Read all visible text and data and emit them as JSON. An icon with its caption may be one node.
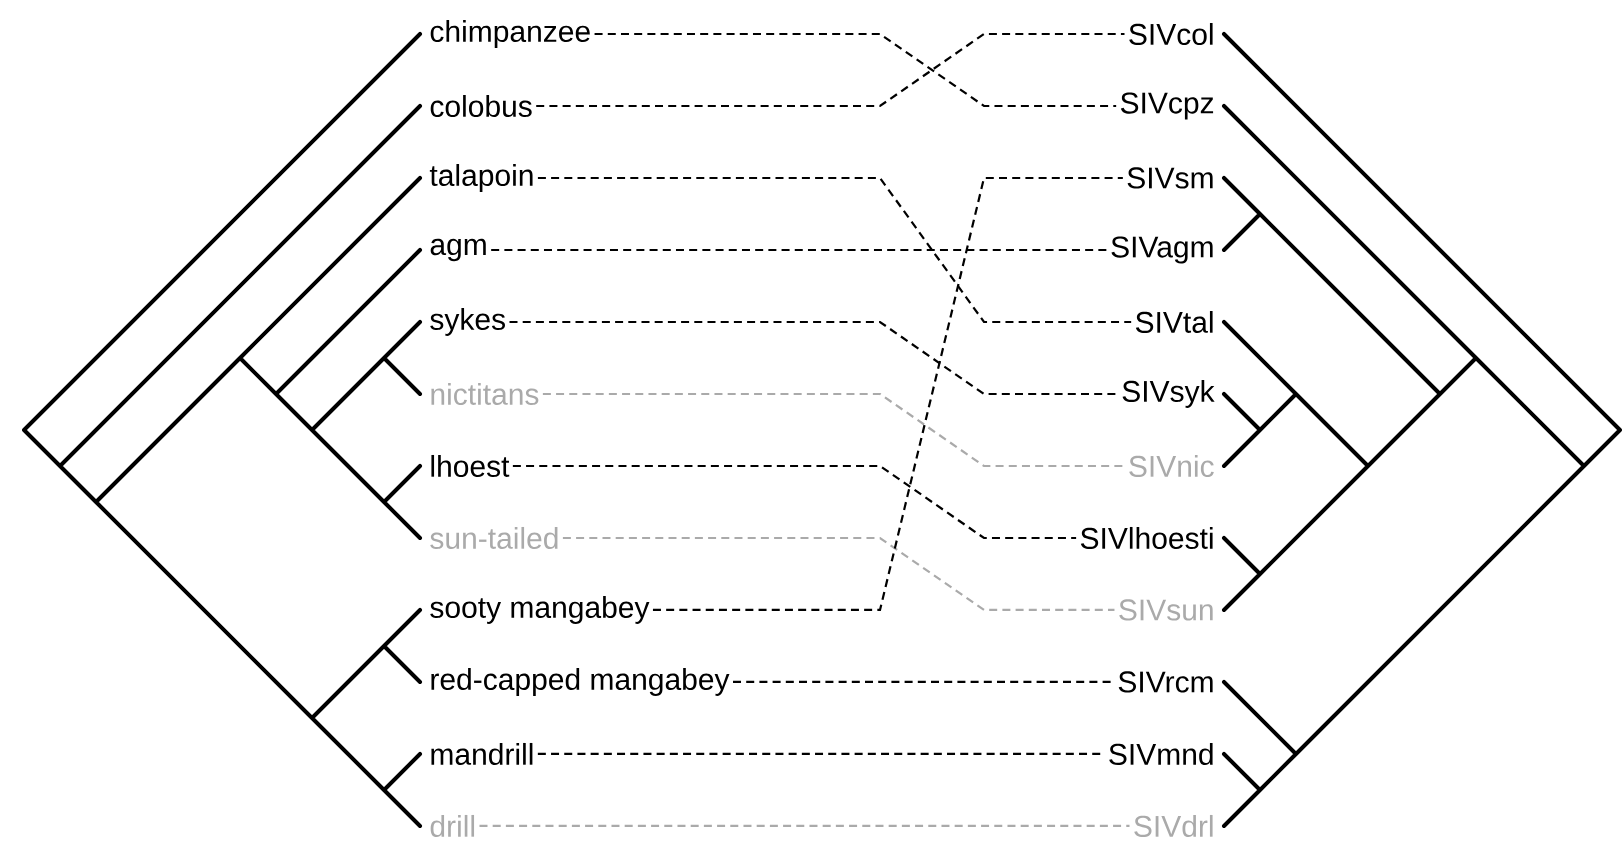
{
  "diagram": {
    "nodes": [
      {
        "text": [
          "chimpanzee"
        ]
      },
      {
        "text": [
          "colobus"
        ]
      },
      {
        "text": [
          "talapoin"
        ]
      },
      {
        "text": [
          "agm"
        ]
      },
      {
        "text": [
          "sykes"
        ]
      },
      {
        "text": [
          "nictitans"
        ]
      },
      {
        "text": [
          "lhoest"
        ]
      },
      {
        "text": [
          "sun-tailed"
        ]
      },
      {
        "text": [
          "sooty mangabey"
        ]
      },
      {
        "text": [
          "red-capped mangabey"
        ]
      },
      {
        "text": [
          "mandrill"
        ]
      },
      {
        "text": [
          "drill"
        ]
      },
      {
        "text": [
          "SIVcol"
        ]
      },
      {
        "text": [
          "SIVcpz"
        ]
      },
      {
        "text": [
          "SIVsm"
        ]
      },
      {
        "text": [
          "SIVagm"
        ]
      },
      {
        "text": [
          "SIVtal"
        ]
      },
      {
        "text": [
          "SIVsyk"
        ]
      },
      {
        "text": [
          "SIVnic"
        ]
      },
      {
        "text": [
          "SIVlhoesti"
        ]
      },
      {
        "text": [
          "SIVsun"
        ]
      },
      {
        "text": [
          "SIVrcm"
        ]
      },
      {
        "text": [
          "SIVmnd"
        ]
      },
      {
        "text": [
          "SIVdrl"
        ]
      }
    ],
    "edges": [
      {
        "from": 0,
        "to": 13,
        "arrow": "none",
        "style": "dashed"
      },
      {
        "from": 1,
        "to": 12,
        "arrow": "none",
        "style": "dashed"
      },
      {
        "from": 2,
        "to": 16,
        "arrow": "none",
        "style": "dashed"
      },
      {
        "from": 3,
        "to": 15,
        "arrow": "none",
        "style": "dashed"
      },
      {
        "from": 4,
        "to": 17,
        "arrow": "none",
        "style": "dashed"
      },
      {
        "from": 5,
        "to": 18,
        "arrow": "none",
        "style": "dashed",
        "color": "#aaaaaa"
      },
      {
        "from": 6,
        "to": 19,
        "arrow": "none",
        "style": "dashed"
      },
      {
        "from": 7,
        "to": 20,
        "arrow": "none",
        "style": "dashed",
        "color": "#aaaaaa"
      },
      {
        "from": 8,
        "to": 14,
        "arrow": "none",
        "style": "dashed"
      },
      {
        "from": 9,
        "to": 21,
        "arrow": "none",
        "style": "dashed"
      },
      {
        "from": 10,
        "to": 22,
        "arrow": "none",
        "style": "dashed"
      },
      {
        "from": 11,
        "to": 23,
        "arrow": "none",
        "style": "dashed",
        "color": "#aaaaaa"
      }
    ]
  }
}
